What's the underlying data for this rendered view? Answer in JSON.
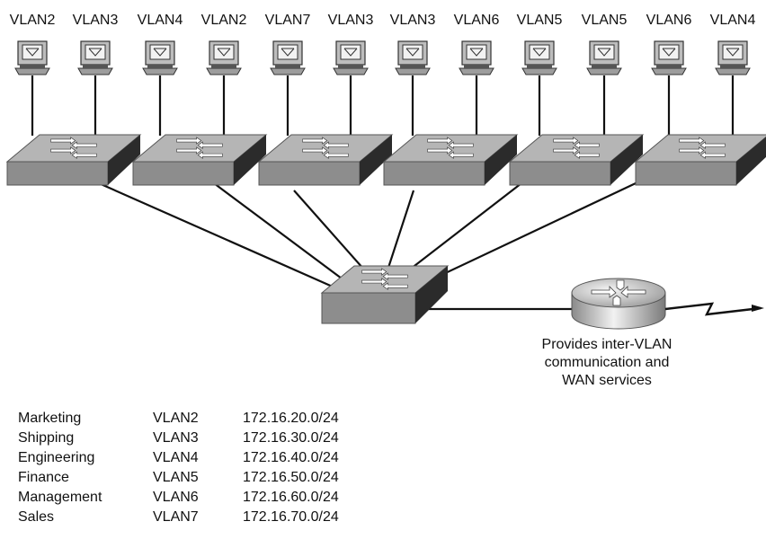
{
  "pc_vlans": [
    "VLAN2",
    "VLAN3",
    "VLAN4",
    "VLAN2",
    "VLAN7",
    "VLAN3",
    "VLAN3",
    "VLAN6",
    "VLAN5",
    "VLAN5",
    "VLAN6",
    "VLAN4"
  ],
  "router_caption": [
    "Provides inter-VLAN",
    "communication and",
    "WAN services"
  ],
  "vlan_table": [
    {
      "department": "Marketing",
      "vlan": "VLAN2",
      "subnet": "172.16.20.0/24"
    },
    {
      "department": "Shipping",
      "vlan": "VLAN3",
      "subnet": "172.16.30.0/24"
    },
    {
      "department": "Engineering",
      "vlan": "VLAN4",
      "subnet": "172.16.40.0/24"
    },
    {
      "department": "Finance",
      "vlan": "VLAN5",
      "subnet": "172.16.50.0/24"
    },
    {
      "department": "Management",
      "vlan": "VLAN6",
      "subnet": "172.16.60.0/24"
    },
    {
      "department": "Sales",
      "vlan": "VLAN7",
      "subnet": "172.16.70.0/24"
    }
  ]
}
